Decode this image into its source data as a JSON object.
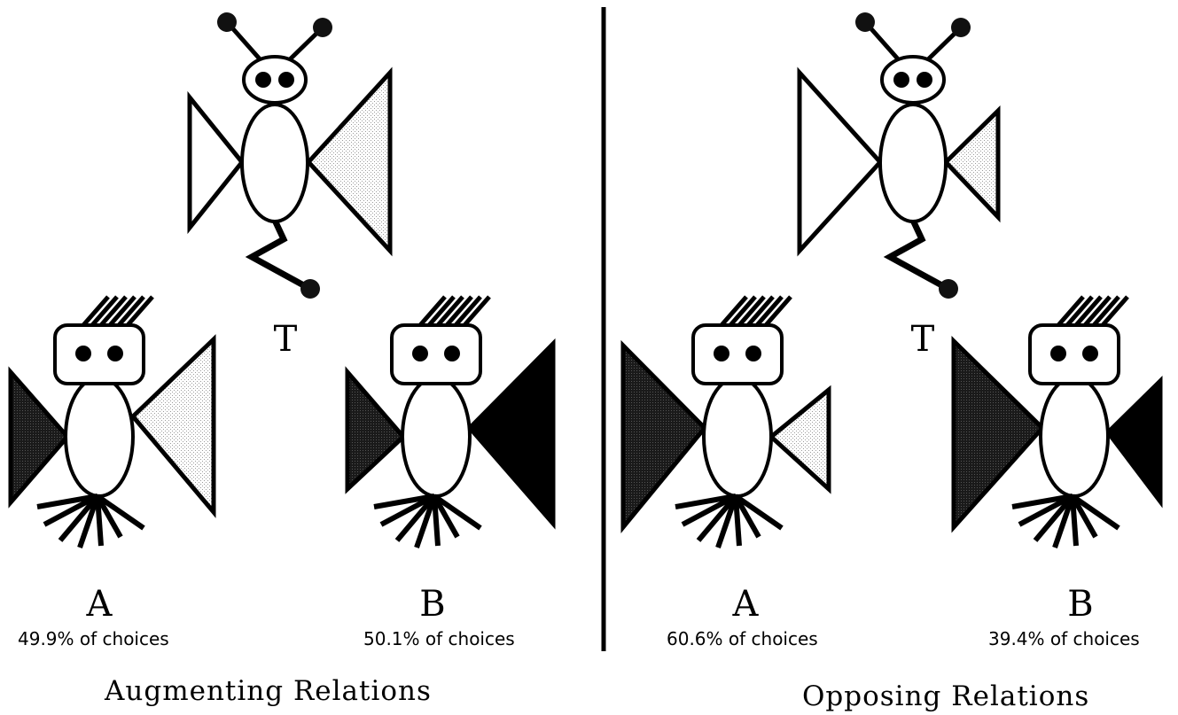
{
  "panels": [
    {
      "title": "Augmenting Relations",
      "target": {
        "label": "T"
      },
      "choices": [
        {
          "label": "A",
          "share_text": "49.9% of choices"
        },
        {
          "label": "B",
          "share_text": "50.1% of choices"
        }
      ]
    },
    {
      "title": "Opposing Relations",
      "target": {
        "label": "T"
      },
      "choices": [
        {
          "label": "A",
          "share_text": "60.6% of choices"
        },
        {
          "label": "B",
          "share_text": "39.4% of choices"
        }
      ]
    }
  ],
  "colors": {
    "ink": "#000000",
    "light_fill": "#e6e6e6",
    "medium_fill": "#333333",
    "dark_fill": "#000000"
  }
}
